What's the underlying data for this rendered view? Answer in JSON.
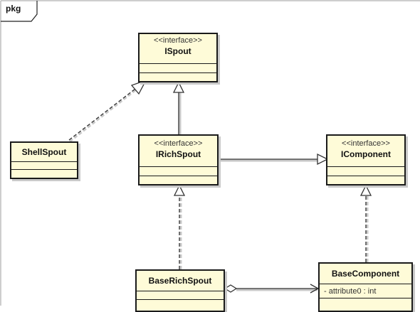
{
  "package": {
    "label": "pkg"
  },
  "classes": {
    "ispout": {
      "stereotype": "<<interface>>",
      "name": "ISpout"
    },
    "shellspout": {
      "name": "ShellSpout"
    },
    "irichspout": {
      "stereotype": "<<interface>>",
      "name": "IRichSpout"
    },
    "icomponent": {
      "stereotype": "<<interface>>",
      "name": "IComponent"
    },
    "baserichspout": {
      "name": "BaseRichSpout"
    },
    "basecomponent": {
      "name": "BaseComponent",
      "attributes": [
        "- attribute0 : int"
      ]
    }
  },
  "relationships": [
    {
      "from": "ShellSpout",
      "to": "ISpout",
      "type": "realization"
    },
    {
      "from": "IRichSpout",
      "to": "ISpout",
      "type": "generalization"
    },
    {
      "from": "IRichSpout",
      "to": "IComponent",
      "type": "generalization"
    },
    {
      "from": "BaseRichSpout",
      "to": "IRichSpout",
      "type": "realization"
    },
    {
      "from": "BaseComponent",
      "to": "IComponent",
      "type": "realization"
    },
    {
      "from": "BaseRichSpout",
      "to": "BaseComponent",
      "type": "aggregation"
    }
  ]
}
